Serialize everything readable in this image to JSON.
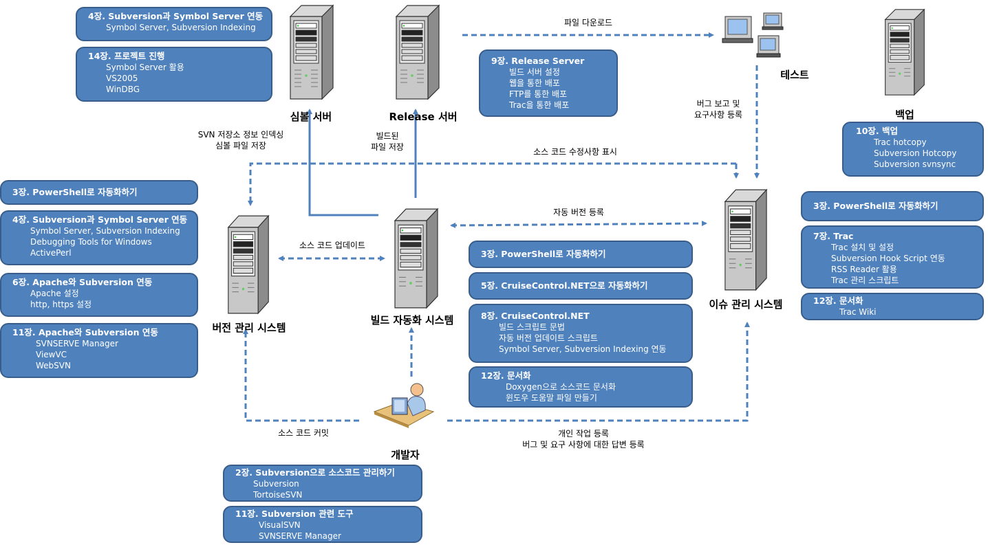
{
  "colors": {
    "box_fill": "#4f81bd",
    "box_border": "#385d8a",
    "arrow": "#4f81bd"
  },
  "nodes": {
    "symbol_server": "심볼 서버",
    "release_server": "Release 서버",
    "test": "테스트",
    "backup": "백업",
    "version_control": "버전 관리 시스템",
    "build_automation": "빌드 자동화 시스템",
    "issue_management": "이슈 관리 시스템",
    "developer": "개발자"
  },
  "edge_labels": {
    "file_download": "파일 다운로드",
    "svn_index_1": "SVN 저장소 정보 인덱싱",
    "svn_index_2": "심볼 파일 저장",
    "built_1": "빌드된",
    "built_2": "파일 저장",
    "bug_report_1": "버그 보고 및",
    "bug_report_2": "요구사항 등록",
    "source_changes": "소스 코드 수정사항 표시",
    "auto_version": "자동 버전 등록",
    "source_update": "소스 코드 업데이트",
    "source_commit": "소스 코드 커밋",
    "personal_1": "개인 작업 등록",
    "personal_2": "버그 및 요구 사항에 대한 답변 등록"
  },
  "boxes": {
    "symbol_ch4": {
      "title": "4장. Subversion과 Symbol Server 연동",
      "items": [
        "Symbol Server, Subversion Indexing"
      ]
    },
    "symbol_ch14": {
      "title": "14장. 프로젝트 진행",
      "items": [
        "Symbol Server 활용",
        "VS2005",
        "WinDBG"
      ]
    },
    "release_ch9": {
      "title": "9장. Release Server",
      "items": [
        "빌드 서버 설정",
        "웹을 통한 배포",
        "FTP를 통한 배포",
        "Trac을 통한 배포"
      ]
    },
    "backup_ch10": {
      "title": "10장. 백업",
      "items": [
        "Trac hotcopy",
        "Subversion Hotcopy",
        "Subversion svnsync"
      ]
    },
    "vc_ch3": {
      "title": "3장. PowerShell로 자동화하기",
      "items": []
    },
    "vc_ch4": {
      "title": "4장. Subversion과 Symbol Server 연동",
      "items": [
        "Symbol Server, Subversion Indexing",
        "Debugging Tools for Windows",
        "ActivePerl"
      ]
    },
    "vc_ch6": {
      "title": "6장. Apache와 Subversion 연동",
      "items": [
        "Apache 설정",
        "http, https 설정"
      ]
    },
    "vc_ch11": {
      "title": "11장. Apache와 Subversion 연동",
      "items": [
        "SVNSERVE Manager",
        "ViewVC",
        "WebSVN"
      ]
    },
    "build_ch3": {
      "title": "3장. PowerShell로 자동화하기",
      "items": []
    },
    "build_ch5": {
      "title": "5장. CruiseControl.NET으로 자동화하기",
      "items": []
    },
    "build_ch8": {
      "title": "8장. CruiseControl.NET",
      "items": [
        "빌드 스크립트 문법",
        "자동 버전 업데이트 스크립트",
        "Symbol Server, Subversion Indexing 연동"
      ]
    },
    "build_ch12": {
      "title": "12장. 문서화",
      "items": [
        "Doxygen으로 소스코드 문서화",
        "윈도우 도움말 파일 만들기"
      ]
    },
    "issue_ch3": {
      "title": "3장. PowerShell로 자동화하기",
      "items": []
    },
    "issue_ch7": {
      "title": "7장. Trac",
      "items": [
        "Trac 설치 및 설정",
        "Subversion Hook Script 연동",
        "RSS Reader 활용",
        "Trac 관리 스크립트"
      ]
    },
    "issue_ch12": {
      "title": "12장. 문서화",
      "items": [
        "Trac Wiki"
      ]
    },
    "dev_ch2": {
      "title": "2장. Subversion으로 소스코드 관리하기",
      "items": [
        "Subversion",
        "TortoiseSVN"
      ]
    },
    "dev_ch11": {
      "title": "11장. Subversion 관련 도구",
      "items": [
        "VisualSVN",
        "SVNSERVE Manager"
      ]
    }
  }
}
